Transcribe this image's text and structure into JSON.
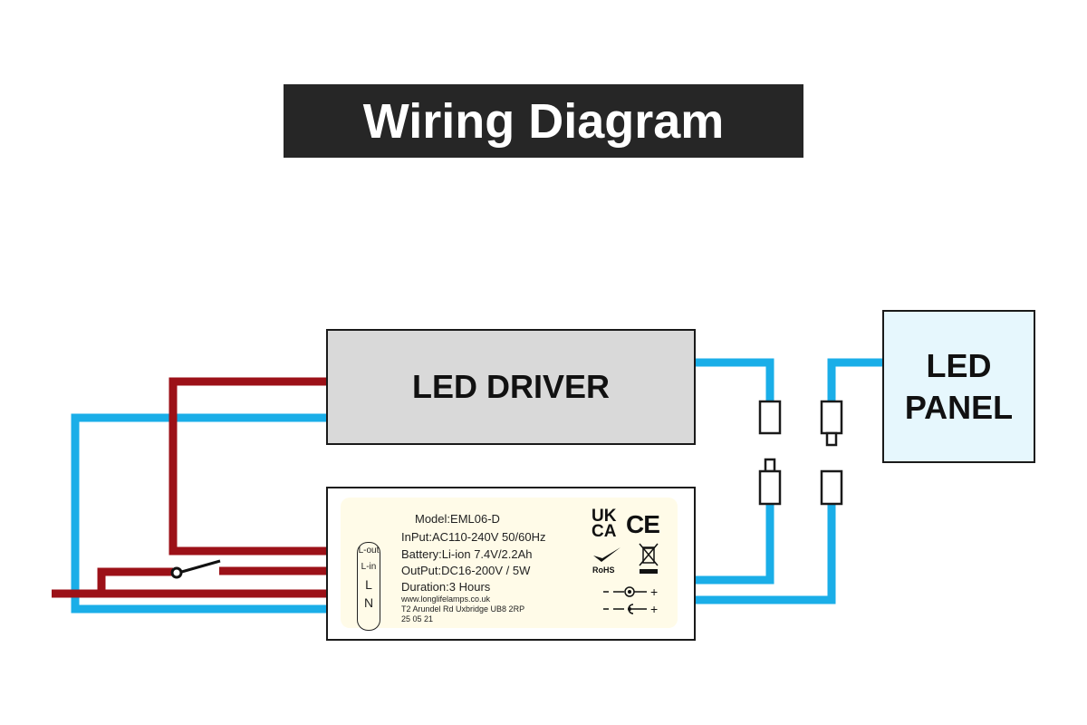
{
  "title": "Wiring Diagram",
  "led_driver": {
    "label": "LED DRIVER"
  },
  "led_panel": {
    "line1": "LED",
    "line2": "PANEL"
  },
  "emergency_module": {
    "model": "Model:EML06-D",
    "input": "InPut:AC110-240V 50/60Hz",
    "battery": "Battery:Li-ion 7.4V/2.2Ah",
    "output": "OutPut:DC16-200V / 5W",
    "duration": "Duration:3 Hours",
    "website": "www.longlifelamps.co.uk",
    "address": "T2  Arundel Rd Uxbridge UB8 2RP",
    "date_code": "25 05 21",
    "terminals": [
      "L-out",
      "L-in",
      "L",
      "N"
    ],
    "marks": {
      "ukca_top": "UK",
      "ukca_bottom": "CA",
      "ce": "CE",
      "rohs": "RoHS",
      "plus_1": "+",
      "plus_2": "+"
    }
  },
  "colors": {
    "live_wire": "#9c1118",
    "neutral_wire": "#1aaee8",
    "title_bg": "#262626",
    "driver_bg": "#d9d9d9",
    "panel_bg": "#e6f7fd",
    "label_bg": "#fffbe8"
  }
}
